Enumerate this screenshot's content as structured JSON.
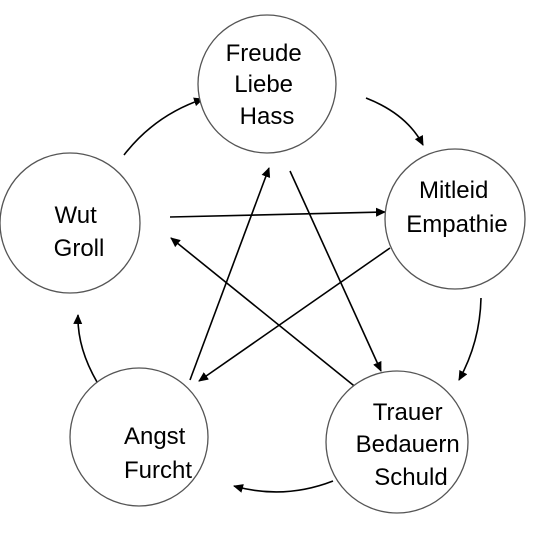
{
  "nodes": {
    "freude": [
      "Freude",
      "Liebe",
      "Hass"
    ],
    "mitleid": [
      "Mitleid",
      "Empathie"
    ],
    "trauer": [
      "Trauer",
      "Bedauern",
      "Schuld"
    ],
    "angst": [
      "Angst",
      "Furcht"
    ],
    "wut": [
      "Wut",
      "Groll"
    ]
  },
  "edges": [
    {
      "from": "freude",
      "to": "mitleid",
      "kind": "cycle"
    },
    {
      "from": "mitleid",
      "to": "trauer",
      "kind": "cycle"
    },
    {
      "from": "trauer",
      "to": "angst",
      "kind": "cycle"
    },
    {
      "from": "angst",
      "to": "wut",
      "kind": "cycle"
    },
    {
      "from": "wut",
      "to": "freude",
      "kind": "cycle"
    },
    {
      "from": "freude",
      "to": "trauer",
      "kind": "cross"
    },
    {
      "from": "mitleid",
      "to": "angst",
      "kind": "cross"
    },
    {
      "from": "trauer",
      "to": "wut",
      "kind": "cross"
    },
    {
      "from": "angst",
      "to": "freude",
      "kind": "cross"
    },
    {
      "from": "wut",
      "to": "mitleid",
      "kind": "cross"
    }
  ]
}
